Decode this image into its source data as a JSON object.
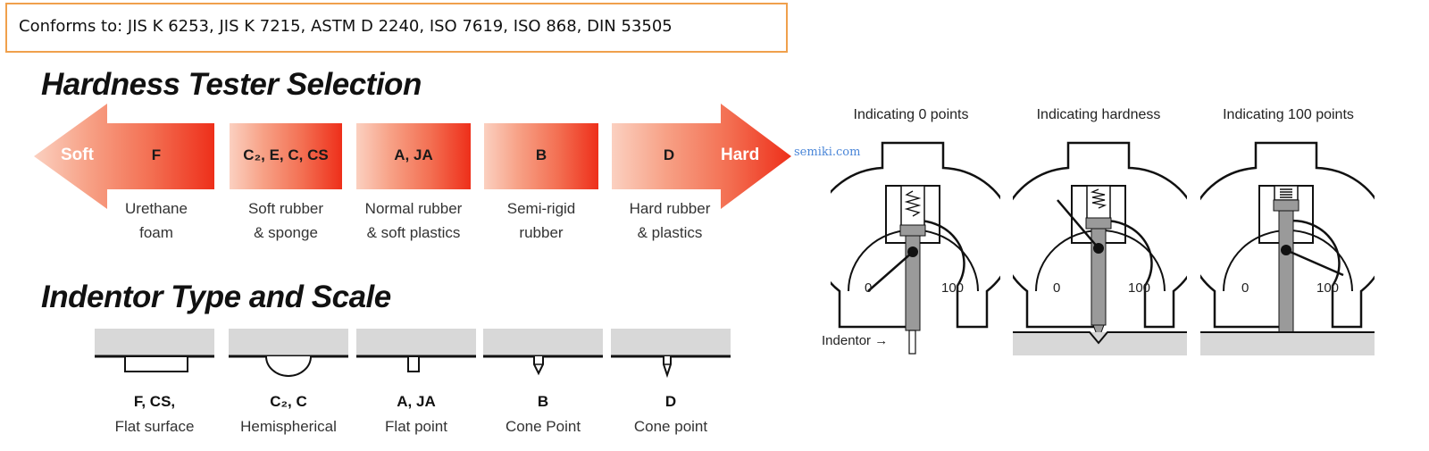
{
  "conformance": {
    "text": "Conforms to: JIS K 6253, JIS K 7215, ASTM D 2240, ISO 7619, ISO 868, DIN 53505"
  },
  "selection": {
    "title": "Hardness Tester Selection",
    "soft_label": "Soft",
    "hard_label": "Hard",
    "gradient_colors": [
      "#f9b8a2",
      "#f58a6c",
      "#f25b3e",
      "#ee3a22"
    ],
    "segments": [
      {
        "code": "F",
        "desc": [
          "Urethane",
          "foam"
        ]
      },
      {
        "code": "C₂, E, C, CS",
        "desc": [
          "Soft rubber",
          "& sponge"
        ]
      },
      {
        "code": "A, JA",
        "desc": [
          "Normal rubber",
          "& soft plastics"
        ]
      },
      {
        "code": "B",
        "desc": [
          "Semi-rigid",
          "rubber"
        ]
      },
      {
        "code": "D",
        "desc": [
          "Hard rubber",
          "& plastics"
        ]
      }
    ]
  },
  "watermark": "semiki.com",
  "indentor_section": {
    "title": "Indentor Type and Scale",
    "types": [
      {
        "code": "F, CS,",
        "desc": "Flat surface",
        "shape": "flat-surface"
      },
      {
        "code": "C₂, C",
        "desc": "Hemispherical",
        "shape": "hemispherical"
      },
      {
        "code": "A, JA",
        "desc": "Flat point",
        "shape": "flat-point"
      },
      {
        "code": "B",
        "desc": "Cone Point",
        "shape": "cone-point"
      },
      {
        "code": "D",
        "desc": "Cone point",
        "shape": "cone-point"
      }
    ]
  },
  "gauges": [
    {
      "caption": "Indicating 0 points",
      "scale_min": "0",
      "scale_max": "100",
      "reading": 0,
      "callout": "Indentor"
    },
    {
      "caption": "Indicating hardness",
      "scale_min": "0",
      "scale_max": "100",
      "reading": 40
    },
    {
      "caption": "Indicating 100 points",
      "scale_min": "0",
      "scale_max": "100",
      "reading": 100
    }
  ]
}
